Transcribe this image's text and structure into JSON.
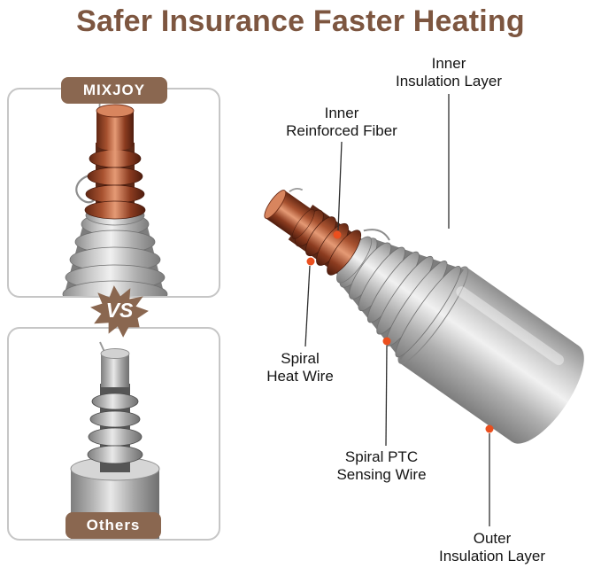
{
  "title": "Safer Insurance Faster Heating",
  "comparison": {
    "top_badge": "MIXJOY",
    "vs_label": "VS",
    "bottom_badge": "Others"
  },
  "callouts": {
    "inner_insulation": {
      "line1": "Inner",
      "line2": "Insulation Layer"
    },
    "inner_fiber": {
      "line1": "Inner",
      "line2": "Reinforced Fiber"
    },
    "spiral_heat": {
      "line1": "Spiral",
      "line2": "Heat Wire"
    },
    "spiral_ptc": {
      "line1": "Spiral PTC",
      "line2": "Sensing Wire"
    },
    "outer_insulation": {
      "line1": "Outer",
      "line2": "Insulation Layer"
    }
  },
  "icons": {
    "mixjoy_product": "copper-spiral-heating-element",
    "others_product": "gray-spiral-heating-element",
    "main_product": "heating-element-labeled-view"
  },
  "colors": {
    "accent_brown": "#7d5640",
    "badge_brown": "#8a6750",
    "marker_orange": "#eb4f1e",
    "box_border_gray": "#c6c6c6"
  }
}
